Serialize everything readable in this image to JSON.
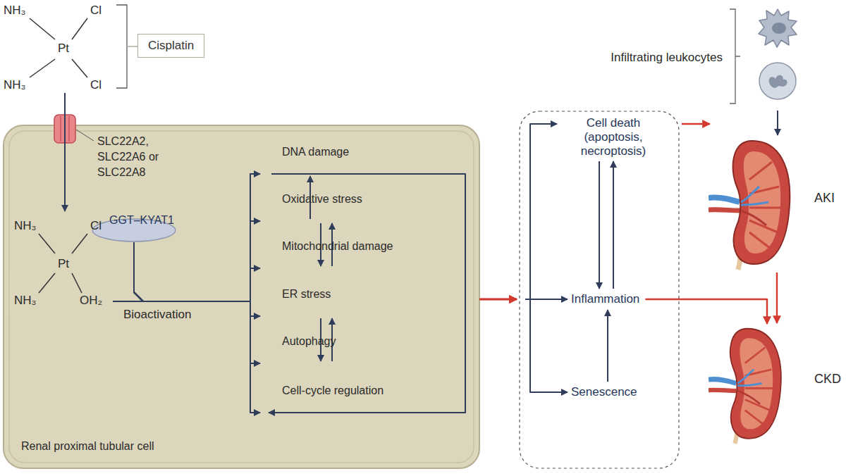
{
  "diagram": {
    "nodes": [
      {
        "text": [
          "Cisplatin"
        ]
      },
      {
        "text": [
          "Renal proximal tubular cell"
        ]
      },
      {
        "text": [
          "GGT–KYAT1"
        ],
        "in": 1
      },
      {
        "text": [
          "DNA damage"
        ],
        "in": 1
      },
      {
        "text": [
          "Oxidative stress"
        ],
        "in": 1
      },
      {
        "text": [
          "Mitochondrial damage"
        ],
        "in": 1
      },
      {
        "text": [
          "ER stress"
        ],
        "in": 1
      },
      {
        "text": [
          "Autophagy"
        ],
        "in": 1
      },
      {
        "text": [
          "Cell-cycle regulation"
        ],
        "in": 1
      },
      {
        "text": [
          "Cell death (apoptosis, necroptosis)"
        ]
      },
      {
        "text": [
          "Inflammation"
        ]
      },
      {
        "text": [
          "Senescence"
        ]
      },
      {
        "text": [
          "Infiltrating leukocytes"
        ]
      },
      {
        "text": [
          "AKI"
        ]
      },
      {
        "text": [
          "CKD"
        ]
      }
    ],
    "edges": [
      {
        "from": 2,
        "to": 3,
        "arrow": "to"
      },
      {
        "from": 2,
        "to": 4,
        "arrow": "to"
      },
      {
        "from": 2,
        "to": 5,
        "arrow": "to"
      },
      {
        "from": 2,
        "to": 6,
        "arrow": "to"
      },
      {
        "from": 2,
        "to": 7,
        "arrow": "to"
      },
      {
        "from": 2,
        "to": 8,
        "arrow": "to"
      },
      {
        "from": 4,
        "to": 3,
        "arrow": "to"
      },
      {
        "from": 4,
        "to": 5,
        "arrow": "to"
      },
      {
        "from": 5,
        "to": 4,
        "arrow": "to"
      },
      {
        "from": 6,
        "to": 7,
        "arrow": "to"
      },
      {
        "from": 7,
        "to": 6,
        "arrow": "to"
      },
      {
        "from": 3,
        "to": 8,
        "arrow": "to"
      },
      {
        "from": 1,
        "to": 9,
        "arrow": "to"
      },
      {
        "from": 1,
        "to": 10,
        "arrow": "to"
      },
      {
        "from": 1,
        "to": 11,
        "arrow": "to"
      },
      {
        "from": 9,
        "to": 10,
        "arrow": "to"
      },
      {
        "from": 10,
        "to": 9,
        "arrow": "to"
      },
      {
        "from": 11,
        "to": 10,
        "arrow": "to"
      },
      {
        "from": 9,
        "to": 13,
        "arrow": "to"
      },
      {
        "from": 10,
        "to": 14,
        "arrow": "to"
      },
      {
        "from": 13,
        "to": 14,
        "arrow": "to"
      },
      {
        "from": 12,
        "to": 13,
        "arrow": "to"
      }
    ],
    "labels": [
      "NH₃",
      "Cl",
      "Pt",
      "NH₃",
      "Cl",
      "SLC22A2, SLC22A6 or SLC22A8",
      "NH₃",
      "Cl",
      "Pt",
      "NH₃",
      "OH₂",
      "Bioactivation"
    ]
  }
}
